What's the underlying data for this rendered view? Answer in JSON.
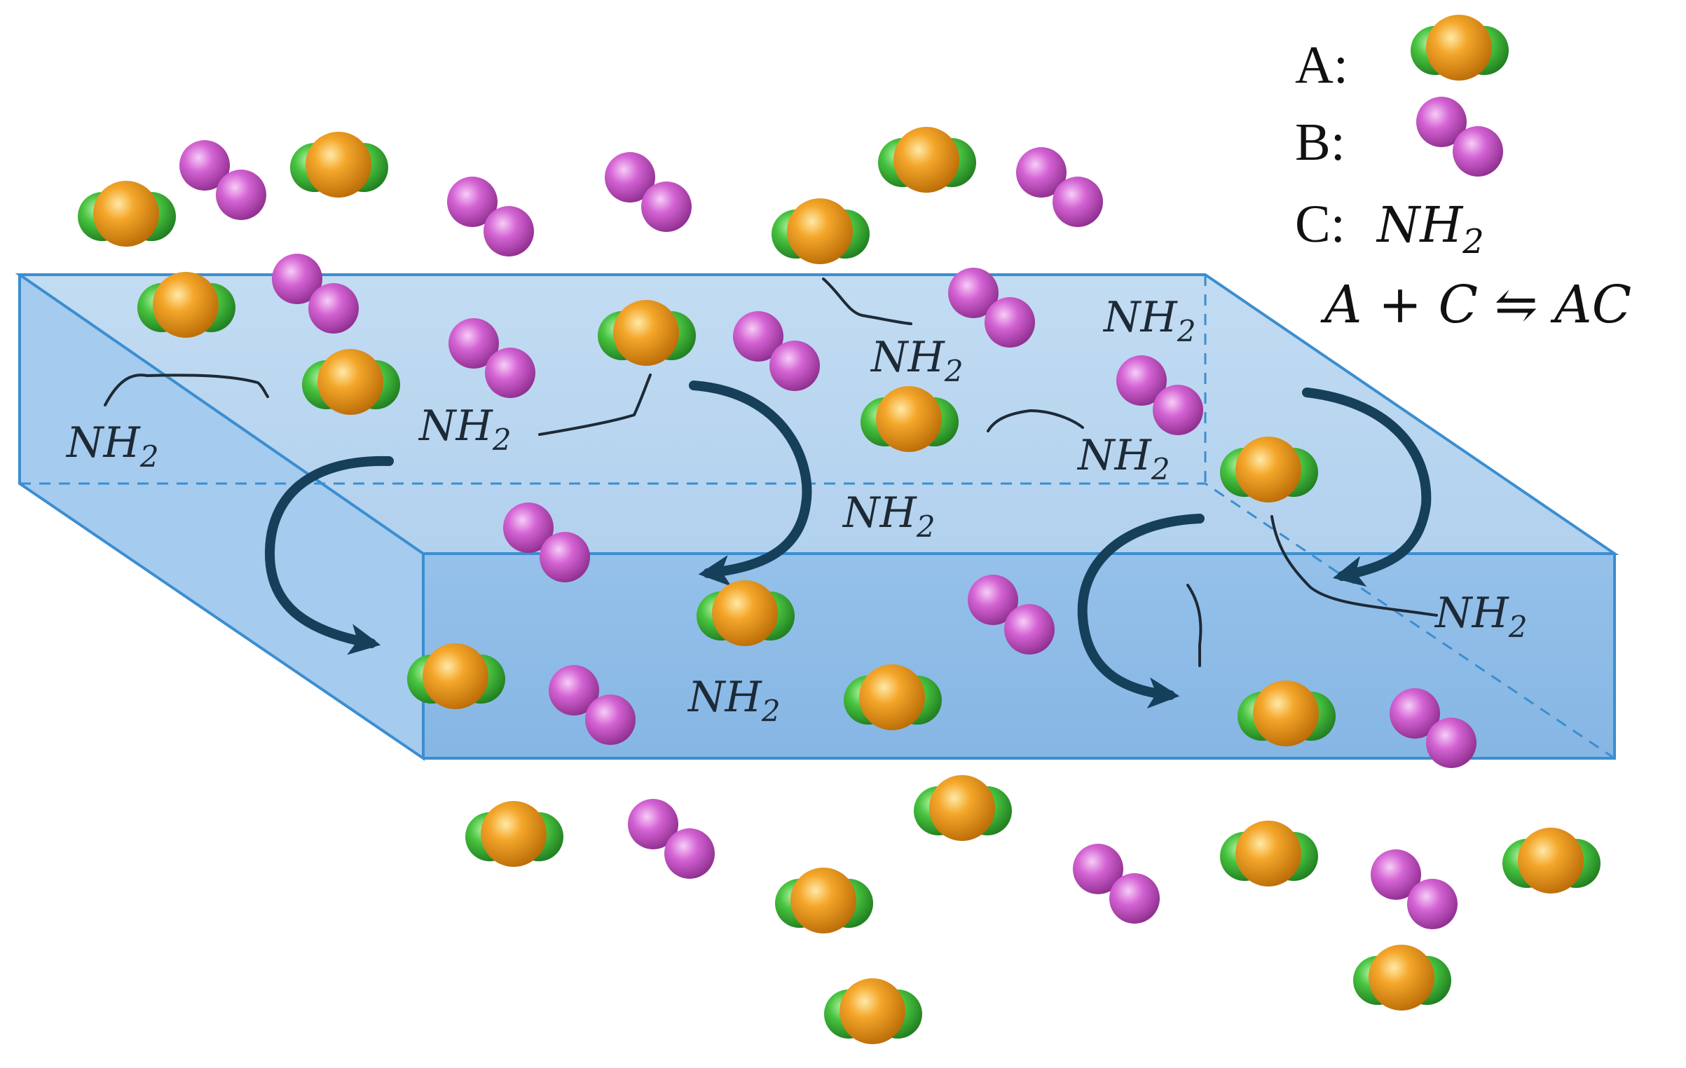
{
  "legend": {
    "a_label": "A:",
    "b_label": "B:",
    "c_label": "C:",
    "c_group": "NH",
    "c_sub": "2",
    "equation": "A + C ⇋ AC"
  },
  "surface_group": {
    "text": "NH",
    "sub": "2"
  },
  "colors": {
    "slab_top": "#bcd8f0",
    "slab_front": "#8fbde8",
    "slab_side": "#9cc6ec",
    "slab_edge": "#3b8ed0",
    "arrow": "#163f5a",
    "a_center": "#f4a020",
    "a_side": "#3fbf3f",
    "b_atom": "#d060d0"
  },
  "molecules": {
    "A": "orange atom between two green atoms",
    "B": "two pink atoms"
  }
}
